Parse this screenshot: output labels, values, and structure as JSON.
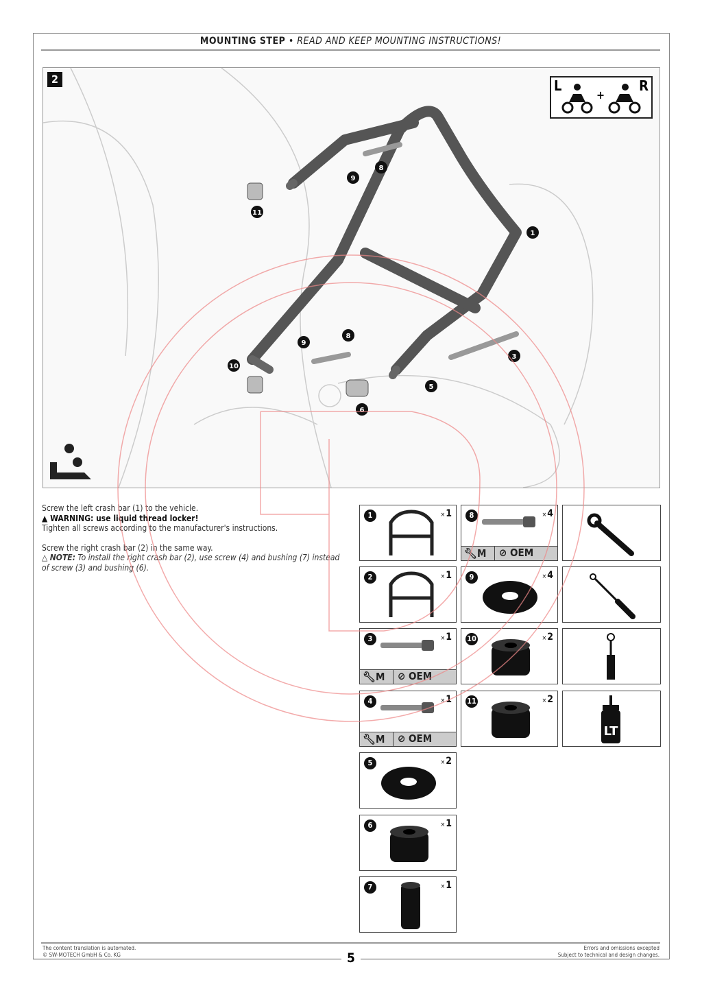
{
  "header": {
    "title": "MOUNTING STEP",
    "subtitle": "READ AND KEEP MOUNTING INSTRUCTIONS!"
  },
  "figure": {
    "step": "2",
    "lr_left": "L",
    "lr_right": "R",
    "lr_plus": "+",
    "callouts": [
      "1",
      "3",
      "5",
      "6",
      "8",
      "9",
      "10",
      "11",
      "8",
      "9"
    ]
  },
  "instructions": {
    "line1": "Screw the left crash bar (1) to the vehicle.",
    "warning": "WARNING: use liquid thread locker!",
    "line2": "Tighten all screws according to the manufacturer's instructions.",
    "line3": "Screw the right crash bar (2) in the same way.",
    "note_label": "NOTE:",
    "note": "To install the right crash bar (2), use screw (4) and bushing (7) instead of screw (3) and bushing (6)."
  },
  "parts": [
    {
      "n": "1",
      "qty": "1",
      "type": "bar"
    },
    {
      "n": "2",
      "qty": "1",
      "type": "bar"
    },
    {
      "n": "3",
      "qty": "1",
      "type": "screw",
      "m": "M",
      "oem": "OEM"
    },
    {
      "n": "4",
      "qty": "1",
      "type": "screw",
      "m": "M",
      "oem": "OEM"
    },
    {
      "n": "5",
      "qty": "2",
      "type": "washer"
    },
    {
      "n": "6",
      "qty": "1",
      "type": "bushing"
    },
    {
      "n": "7",
      "qty": "1",
      "type": "longbushing"
    },
    {
      "n": "8",
      "qty": "4",
      "type": "screw",
      "m": "M",
      "oem": "OEM"
    },
    {
      "n": "9",
      "qty": "4",
      "type": "washer"
    },
    {
      "n": "10",
      "qty": "2",
      "type": "bushing"
    },
    {
      "n": "11",
      "qty": "2",
      "type": "bushing"
    }
  ],
  "qty_prefix": "×",
  "tools": [
    "wrench-icon",
    "hex-key-icon",
    "socket-icon",
    "thread-locker-icon"
  ],
  "tool_label_lt": "LT",
  "footer": {
    "left1": "The content translation is automated.",
    "left2": "© SW-MOTECH GmbH & Co. KG",
    "right1": "Errors and omissions excepted",
    "right2": "Subject to technical and design changes.",
    "page": "5"
  }
}
